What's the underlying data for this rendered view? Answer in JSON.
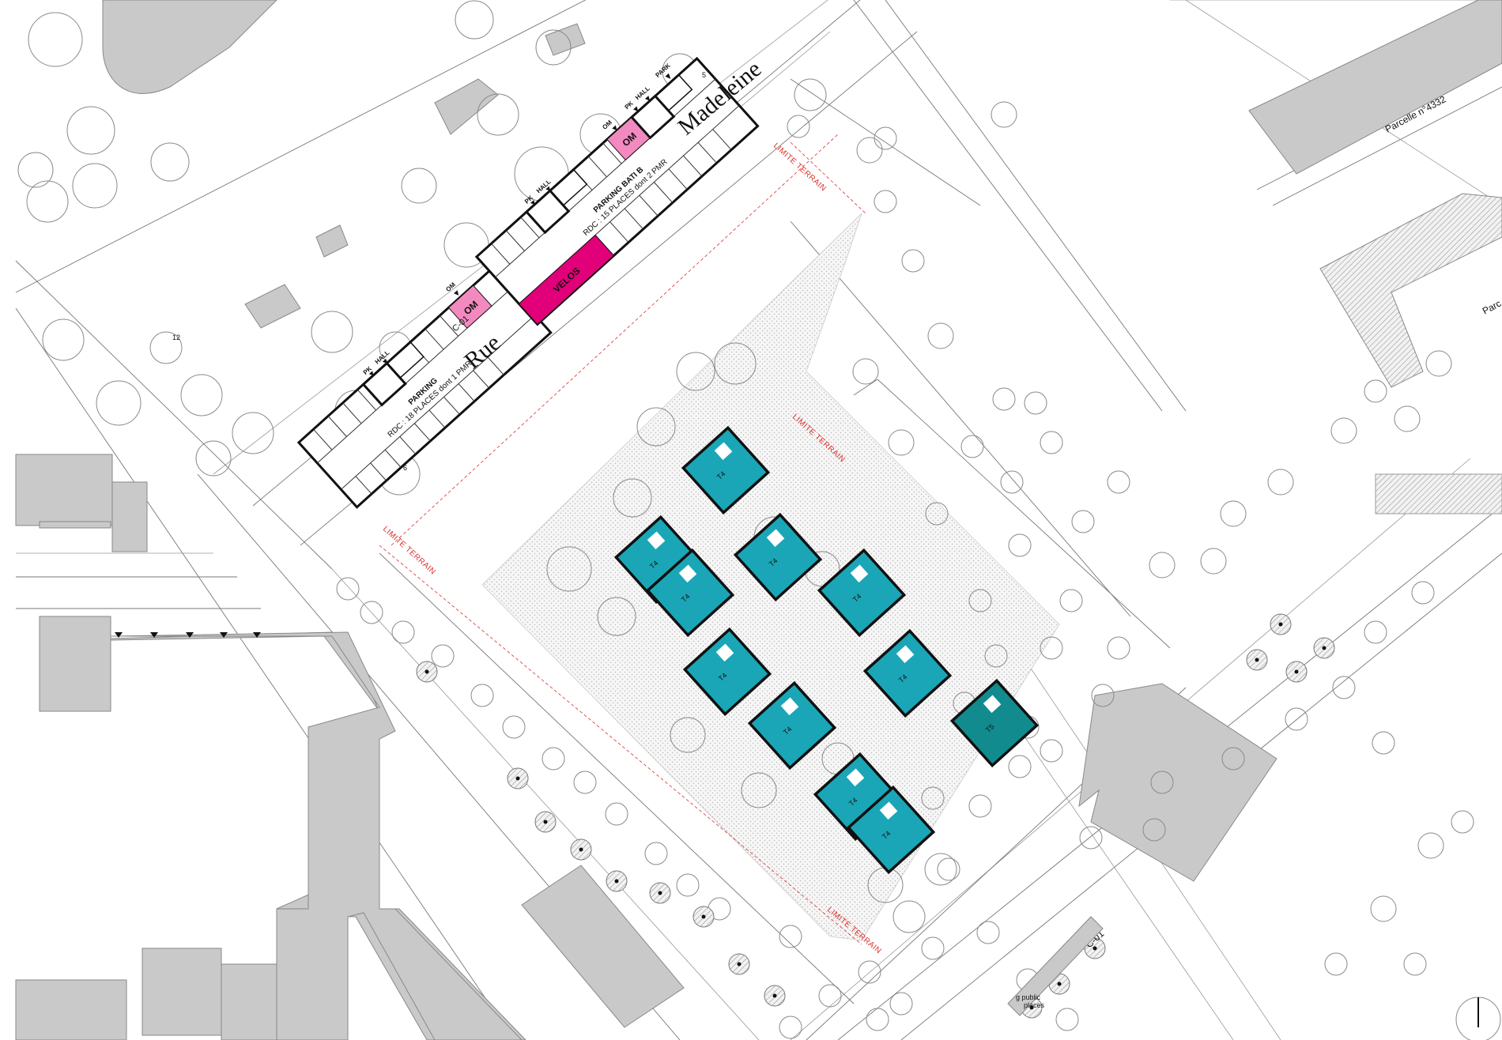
{
  "street": {
    "rue": "Rue",
    "madeleine": "Madeleine"
  },
  "section_marks": {
    "top": "C-01",
    "bottom": "C-01"
  },
  "parcel": "Parcelle n°4332",
  "parcel_partial": "Parc",
  "limite_terrain": "LIMITE TERRAIN",
  "parking_a": {
    "title": "PARKING",
    "subtitle": "RDC : 18 PLACES dont 1 PMR",
    "om": "OM",
    "om_arrow": "OM",
    "pk": "PK",
    "hall": "HALL"
  },
  "parking_b": {
    "title": "PARKING BATI B",
    "subtitle": "RDC : 15 PLACES dont 2 PMR",
    "om": "OM",
    "om_arrow": "OM",
    "pk": "PK",
    "hall": "HALL",
    "pk2": "PK",
    "hall2": "HALL",
    "park": "PARK",
    "velos": "VELOS"
  },
  "houses": [
    {
      "label": "T4"
    },
    {
      "label": "T4"
    },
    {
      "label": "T4"
    },
    {
      "label": "T4"
    },
    {
      "label": "T4"
    },
    {
      "label": "T4"
    },
    {
      "label": "T4"
    },
    {
      "label": "T4"
    },
    {
      "label": "T4"
    },
    {
      "label": "T4"
    },
    {
      "label": "T5"
    }
  ],
  "public_places": "g public\nplaces",
  "number_labels": [
    "12",
    "6",
    "5"
  ],
  "colors": {
    "house": "#1aa6b7",
    "house_t5": "#128b8f",
    "om": "#f28ac0",
    "velos": "#e2007a",
    "building": "#c9c9c9",
    "limite": "#d9302a"
  }
}
